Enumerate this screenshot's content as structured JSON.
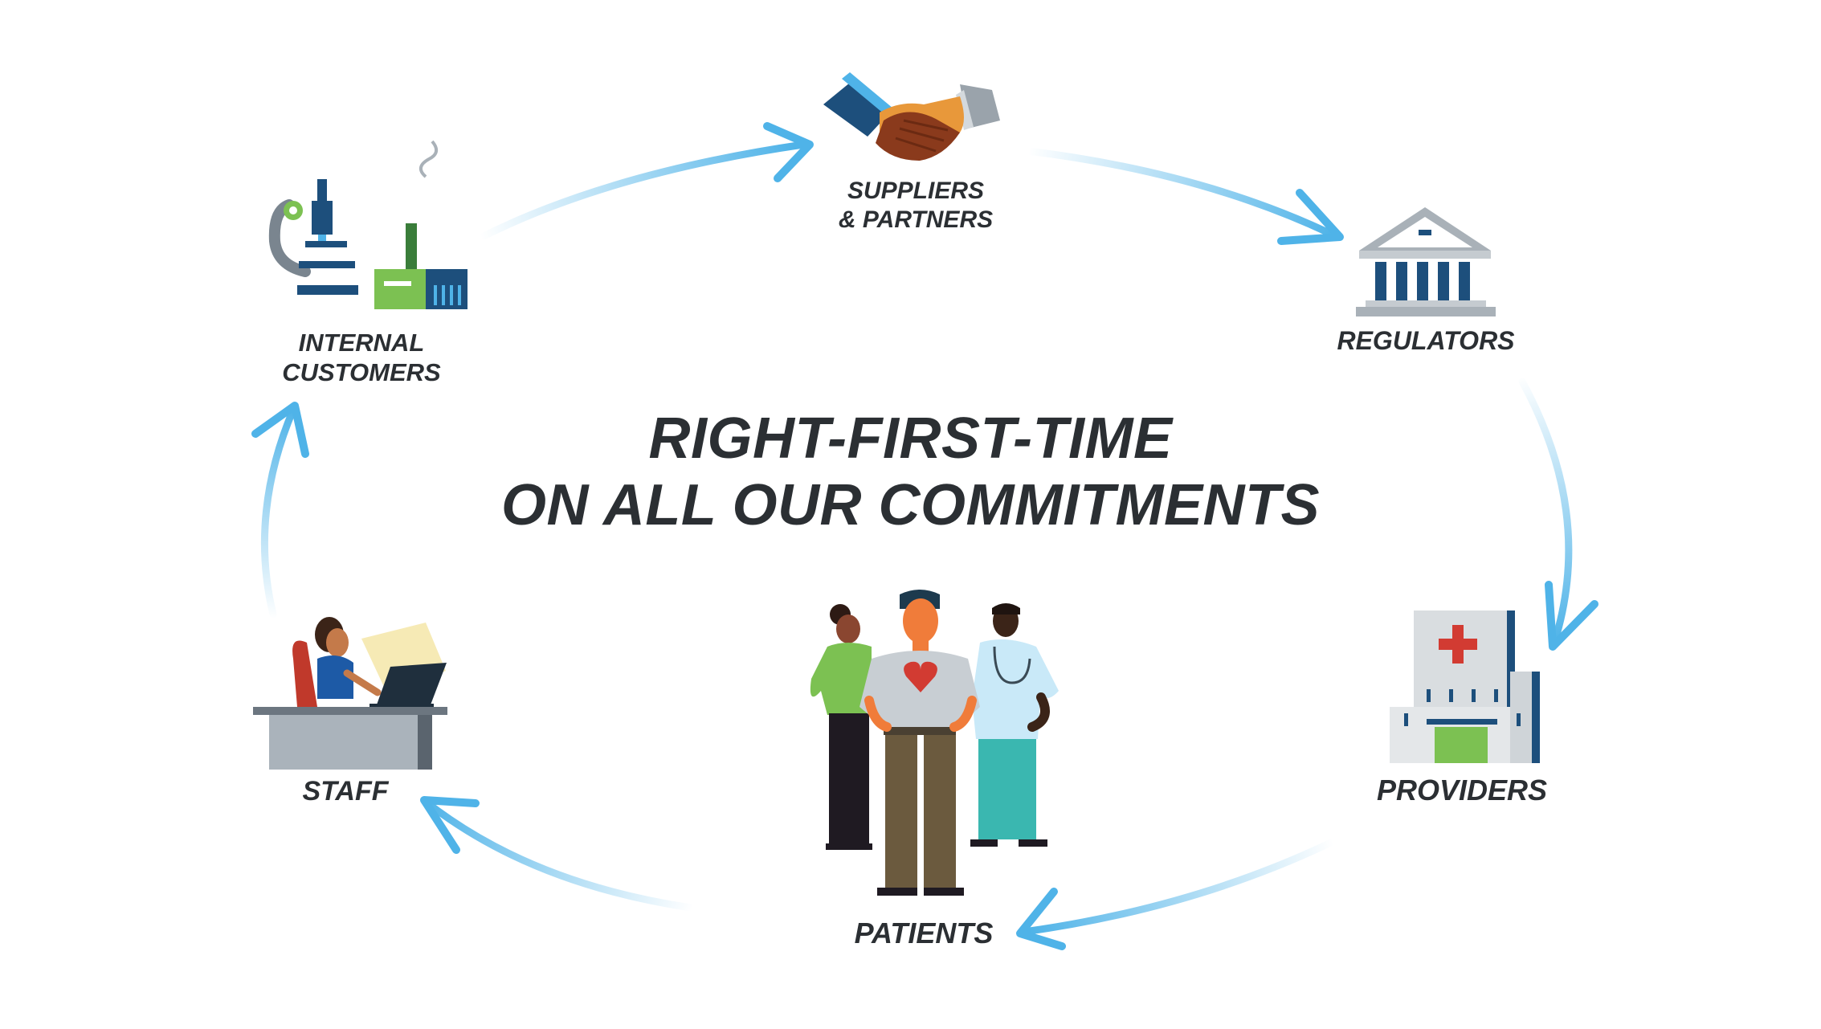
{
  "headline": {
    "line1": "RIGHT-FIRST-TIME",
    "line2": "ON ALL OUR COMMITMENTS"
  },
  "nodes": {
    "suppliers": {
      "line1": "SUPPLIERS",
      "line2": "& PARTNERS",
      "icon": "handshake-icon"
    },
    "regulators": {
      "line1": "REGULATORS",
      "icon": "government-building-icon"
    },
    "providers": {
      "line1": "PROVIDERS",
      "icon": "hospital-icon"
    },
    "patients": {
      "line1": "PATIENTS",
      "icon": "people-group-icon"
    },
    "staff": {
      "line1": "STAFF",
      "icon": "office-worker-icon"
    },
    "internal": {
      "line1": "INTERNAL",
      "line2": "CUSTOMERS",
      "icon": "microscope-factory-icon"
    }
  },
  "colors": {
    "arrow": "#4fb3e8",
    "text": "#2b2f33",
    "navy": "#1d4f7c",
    "green": "#7cc152",
    "grey": "#a9b1b8"
  }
}
